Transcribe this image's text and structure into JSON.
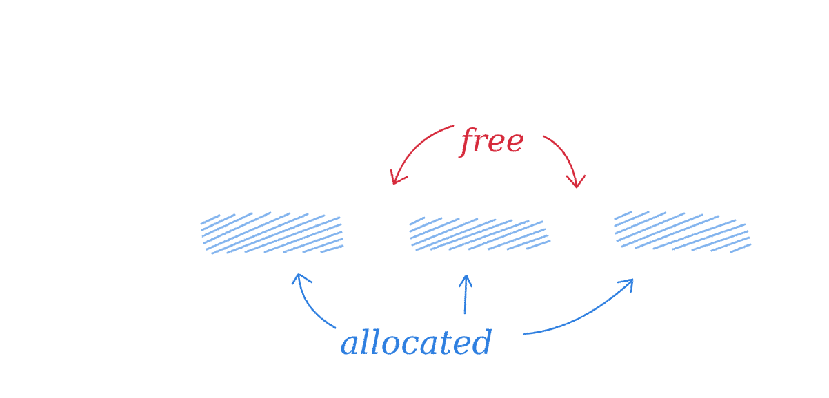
{
  "labels": {
    "free": "free",
    "allocated": "allocated"
  },
  "colors": {
    "free": "#d6293b",
    "allocated": "#2f7fe0",
    "block_hatch": "#6ea8ec",
    "background": "#ffffff"
  },
  "blocks": [
    {
      "id": "block-1",
      "state": "allocated"
    },
    {
      "id": "block-2",
      "state": "allocated"
    },
    {
      "id": "block-3",
      "state": "allocated"
    }
  ],
  "gaps": [
    {
      "id": "gap-1",
      "state": "free"
    },
    {
      "id": "gap-2",
      "state": "free"
    }
  ]
}
